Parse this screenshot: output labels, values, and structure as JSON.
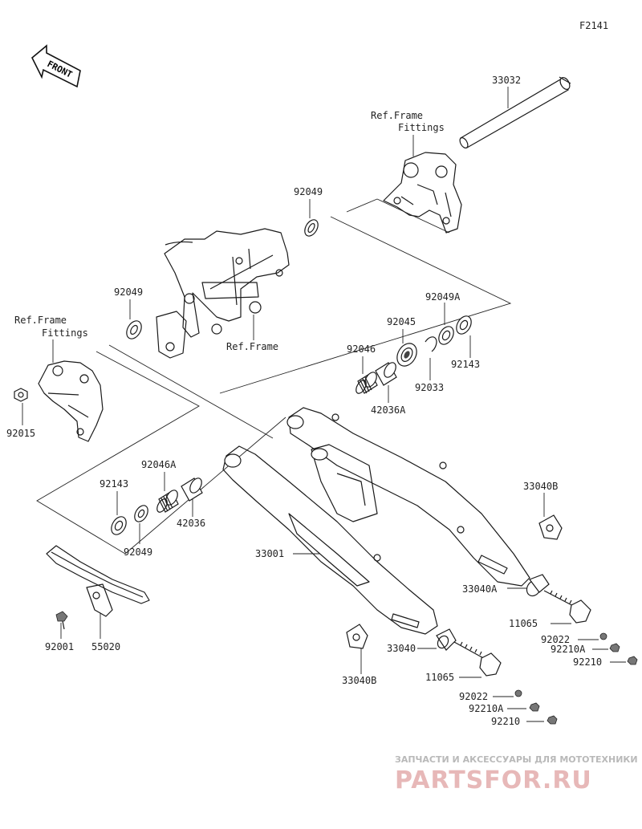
{
  "figure_code": "F2141",
  "front_label": "FRONT",
  "ref_labels": {
    "frame_fittings_right_1": "Ref.Frame",
    "frame_fittings_right_2": "Fittings",
    "frame_fittings_left_1": "Ref.Frame",
    "frame_fittings_left_2": "Fittings",
    "frame": "Ref.Frame"
  },
  "parts": {
    "p33032": "33032",
    "p92049_top": "92049",
    "p92049_left": "92049",
    "p92049a": "92049A",
    "p92045": "92045",
    "p92046": "92046",
    "p92143_right": "92143",
    "p92033": "92033",
    "p42036a": "42036A",
    "p92015": "92015",
    "p92046a": "92046A",
    "p92143_left": "92143",
    "p42036": "42036",
    "p92049_lower": "92049",
    "p33001": "33001",
    "p33040b_top": "33040B",
    "p33040a": "33040A",
    "p11065_top": "11065",
    "p92022_top": "92022",
    "p92210a_top": "92210A",
    "p92210_top": "92210",
    "p92001": "92001",
    "p55020": "55020",
    "p33040": "33040",
    "p33040b_bottom": "33040B",
    "p11065_bottom": "11065",
    "p92022_bottom": "92022",
    "p92210a_bottom": "92210A",
    "p92210_bottom": "92210"
  },
  "watermark": {
    "subtitle": "ЗАПЧАСТИ И АКСЕССУАРЫ ДЛЯ МОТОТЕХНИКИ",
    "brand": "PARTSFOR.RU"
  }
}
